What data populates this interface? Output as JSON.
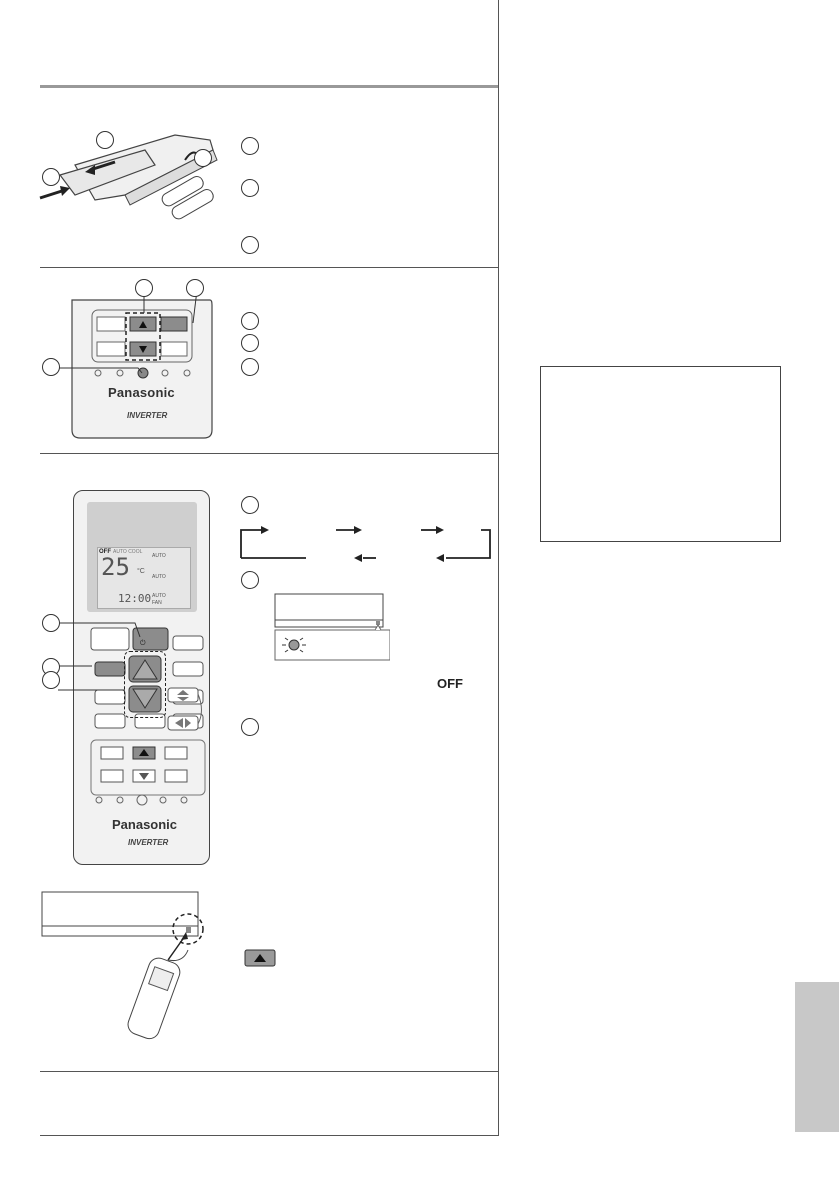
{
  "brand": "Panasonic",
  "inverter": "INVERTER",
  "lcd": {
    "off": "OFF",
    "mode_row": "AUTO COOL",
    "temp": "25",
    "unit": "°C",
    "clock": "12:00",
    "auto_swing_v": "AUTO",
    "auto_swing_h": "AUTO",
    "auto_fan": "AUTO",
    "fan": "FAN"
  },
  "off_label": "OFF",
  "colors": {
    "tab": "#c8c8c8",
    "button_dark": "#8c8c8c",
    "remote_body": "#f2f2f2"
  },
  "icons": [
    "battery-icon",
    "arrow-up-icon",
    "arrow-down-icon",
    "power-icon",
    "indicator-lamp-icon",
    "remote-icon"
  ]
}
